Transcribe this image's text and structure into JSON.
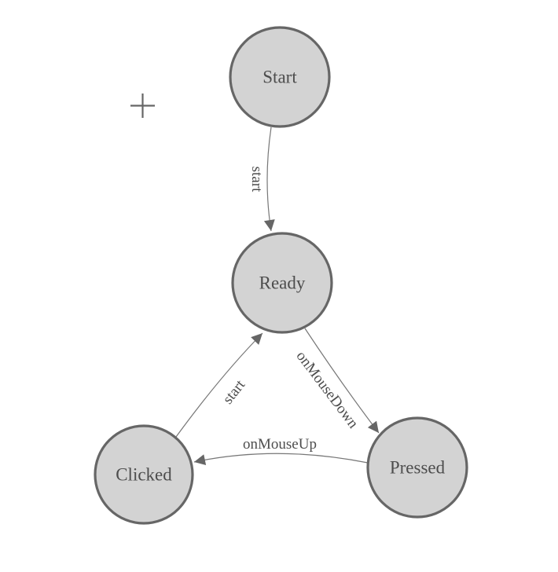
{
  "app": {
    "background": "#ffffff"
  },
  "diagram": {
    "type": "state-machine",
    "nodes": [
      {
        "id": "start",
        "label": "Start"
      },
      {
        "id": "ready",
        "label": "Ready"
      },
      {
        "id": "clicked",
        "label": "Clicked"
      },
      {
        "id": "pressed",
        "label": "Pressed"
      }
    ],
    "edges": [
      {
        "from": "start",
        "to": "ready",
        "label": "start"
      },
      {
        "from": "clicked",
        "to": "ready",
        "label": "start"
      },
      {
        "from": "ready",
        "to": "pressed",
        "label": "onMouseDown"
      },
      {
        "from": "pressed",
        "to": "clicked",
        "label": "onMouseUp"
      }
    ],
    "icons": [
      {
        "name": "crosshair-icon"
      }
    ],
    "colors": {
      "node_fill": "#d3d3d3",
      "node_border": "#666666",
      "edge_line": "#777777",
      "arrowhead": "#666666",
      "label_text": "#4d4d4d",
      "crosshair": "#666666"
    }
  }
}
